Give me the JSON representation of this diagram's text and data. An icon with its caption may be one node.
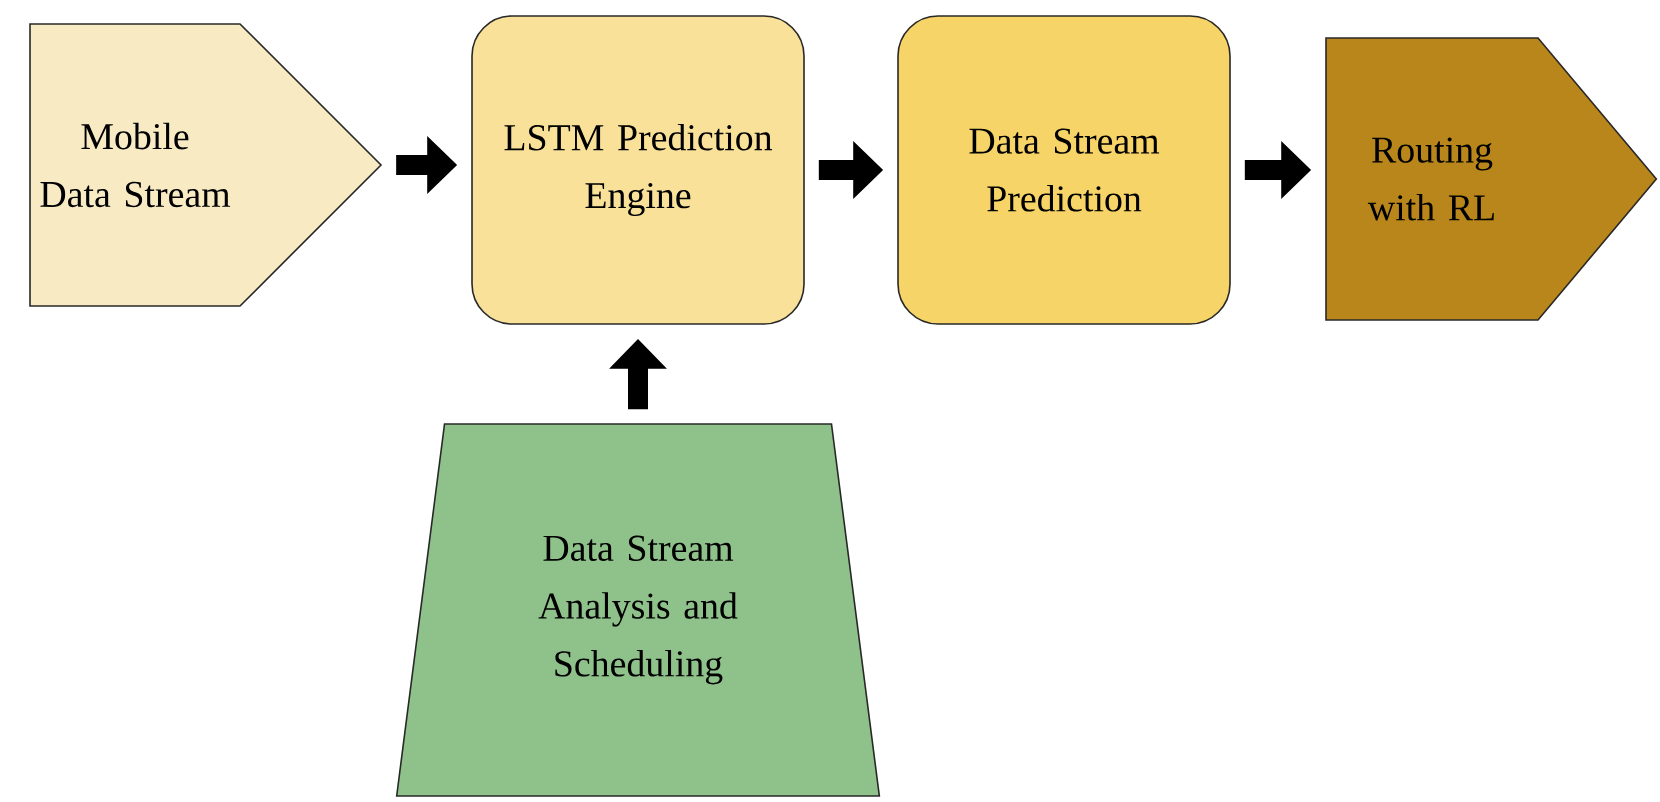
{
  "diagram": {
    "nodes": [
      {
        "text": [
          "Mobile Data Stream"
        ]
      },
      {
        "text": [
          "LSTM Prediction Engine"
        ]
      },
      {
        "text": [
          "Data Stream Prediction"
        ]
      },
      {
        "text": [
          "Routing with RL"
        ]
      },
      {
        "text": [
          "Data Stream Analysis and Scheduling"
        ]
      }
    ],
    "edges": [
      {
        "from": 0,
        "to": 1,
        "arrow": "to"
      },
      {
        "from": 1,
        "to": 2,
        "arrow": "to"
      },
      {
        "from": 2,
        "to": 3,
        "arrow": "to"
      },
      {
        "from": 4,
        "to": 1,
        "arrow": "to"
      }
    ]
  }
}
